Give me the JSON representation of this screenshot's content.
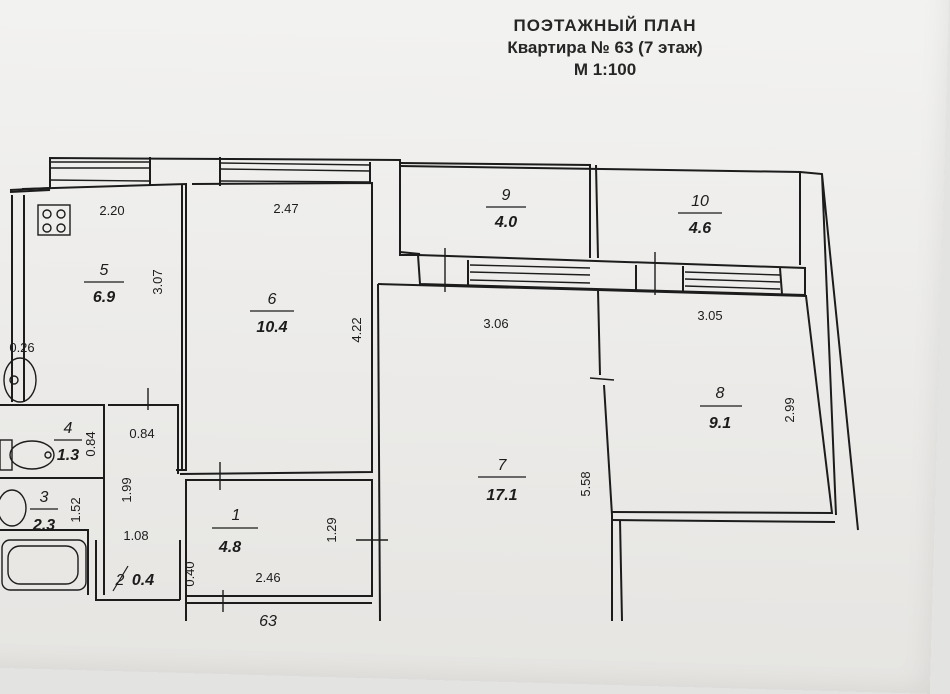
{
  "header": {
    "title": "ПОЭТАЖНЫЙ ПЛАН",
    "apartment": "Квартира № 63 (7 этаж)",
    "scale": "М 1:100"
  },
  "rooms": [
    {
      "id": "5",
      "number": "5",
      "area": "6.9"
    },
    {
      "id": "6",
      "number": "6",
      "area": "10.4"
    },
    {
      "id": "9",
      "number": "9",
      "area": "4.0"
    },
    {
      "id": "10",
      "number": "10",
      "area": "4.6"
    },
    {
      "id": "7",
      "number": "7",
      "area": "17.1"
    },
    {
      "id": "8",
      "number": "8",
      "area": "9.1"
    },
    {
      "id": "4",
      "number": "4",
      "area": "1.3"
    },
    {
      "id": "3",
      "number": "3",
      "area": "2.3"
    },
    {
      "id": "1",
      "number": "1",
      "area": "4.8"
    },
    {
      "id": "2",
      "number": "2",
      "area": "0.4"
    }
  ],
  "dimensions": {
    "d_2_20": "2.20",
    "d_3_07": "3.07",
    "d_2_47": "2.47",
    "d_4_22": "4.22",
    "d_0_26": "0.26",
    "d_0_84a": "0.84",
    "d_0_84b": "0.84",
    "d_1_99": "1.99",
    "d_1_52": "1.52",
    "d_1_08": "1.08",
    "d_0_40": "0.40",
    "d_2_46": "2.46",
    "d_1_29": "1.29",
    "d_3_06": "3.06",
    "d_5_58": "5.58",
    "d_3_05": "3.05",
    "d_2_99": "2.99"
  },
  "partial_label": "63",
  "colors": {
    "ink": "#1c1c1c",
    "paper": "#f0efed",
    "background": "#e3e3e1"
  }
}
